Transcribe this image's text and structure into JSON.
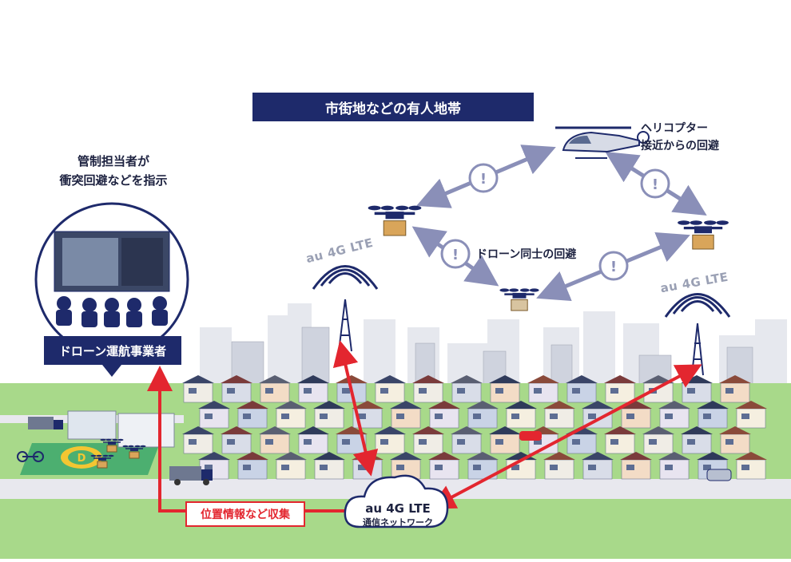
{
  "banner": "市街地などの有人地帯",
  "controller": {
    "line1": "管制担当者が",
    "line2": "衝突回避などを指示"
  },
  "operator": "ドローン運航事業者",
  "helicopter": {
    "line1": "ヘリコプター",
    "line2": "接近からの回避"
  },
  "drone_avoid": "ドローン同士の回避",
  "lte_left": "au 4G LTE",
  "lte_right": "au 4G LTE",
  "network": {
    "line1": "au 4G LTE",
    "line2": "通信ネットワーク"
  },
  "collect": "位置情報など収集",
  "heliport_letter": "D",
  "warning_symbol": "!",
  "colors": {
    "navy": "#1e2a6b",
    "red": "#e3262f",
    "arrow_gray": "#8a8fb8",
    "ground": "#a8d98a",
    "road": "#e8e8ee",
    "helipad": "#f3c632"
  },
  "icons": [
    "helicopter-icon",
    "drone-icon",
    "package-icon",
    "antenna-tower-icon",
    "signal-wave-icon",
    "warning-icon",
    "cloud-icon",
    "monitor-icon",
    "truck-icon",
    "bicycle-icon",
    "car-icon"
  ]
}
